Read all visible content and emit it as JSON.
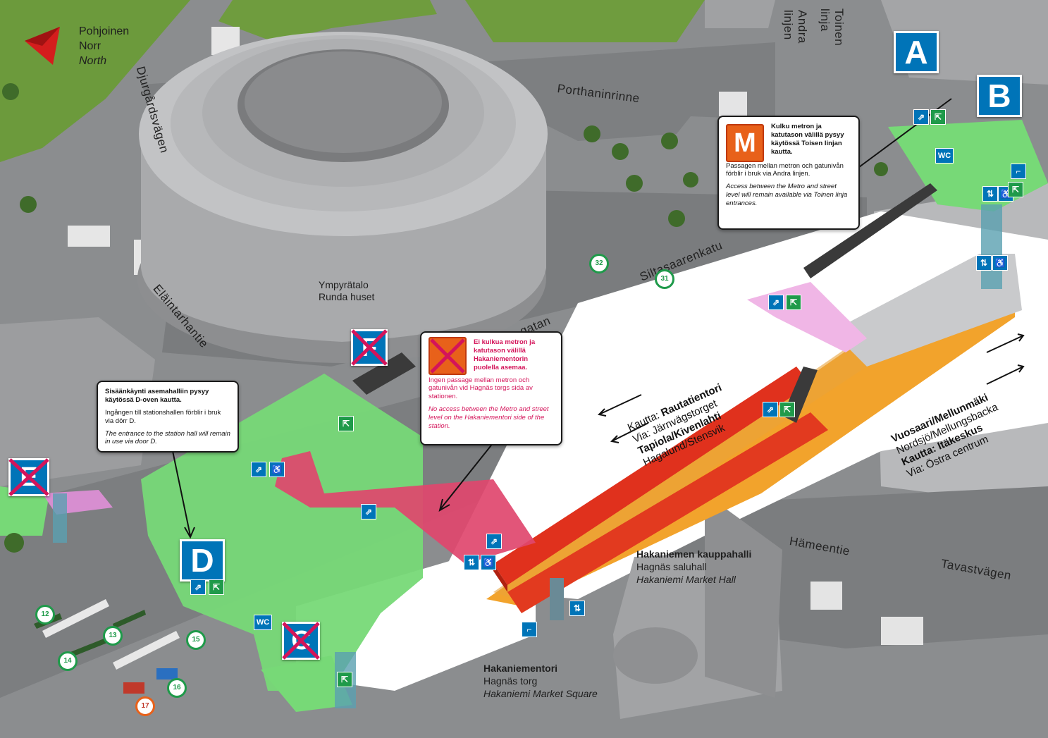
{
  "compass": {
    "line1": "Pohjoinen",
    "line2": "Norr",
    "line3": "North"
  },
  "streets": {
    "djurgardsvagen": "Djurgårdsvägen",
    "porthaninrinne": "Porthaninrinne",
    "siltasaarenkatu": "Siltasaarenkatu",
    "elaintarhantie": "Eläintarhantie",
    "gatan": "gatan",
    "toinen": "Toinen linja",
    "andra": "Andra linjen",
    "hameentie": "Hämeentie",
    "tavastvagen": "Tavastvägen"
  },
  "buildings": {
    "ympyratalo": "Ympyrätalo",
    "rundahuset": "Runda huset",
    "kauppahalli": "Hakaniemen kauppahalli",
    "saluhall": "Hagnäs saluhall",
    "markethall": "Hakaniemi Market Hall",
    "hakaniementori": "Hakaniementori",
    "hagnastorg": "Hagnäs torg",
    "marketsquare": "Hakaniemi Market Square"
  },
  "entrances": {
    "a": "A",
    "b": "B",
    "d": "D",
    "c": "C",
    "e": "E",
    "f": "F"
  },
  "notes": {
    "m": {
      "fi": "Kulku metron ja katutason välillä pysyy käytössä Toisen linjan kautta.",
      "sv": "Passagen mellan metron och gatunivån förblir i bruk via Andra linjen.",
      "en": "Access between the Metro and street level will remain available via Toinen linja entrances."
    },
    "x": {
      "fi": "Ei kulkua metron ja katutason välillä Hakaniementorin puolella asemaa.",
      "sv": "Ingen passage mellan metron och gatunivån vid Hagnäs torgs sida av stationen.",
      "en": "No access between the Metro and street level on the Hakaniementori side of the station."
    },
    "d": {
      "fi": "Sisäänkäynti asemahalliin pysyy käytössä D-oven kautta.",
      "sv": "Ingången till stationshallen förblir i bruk via dörr D.",
      "en": "The entrance to the station hall will remain in use via door D."
    }
  },
  "west_dest": {
    "kautta1": "Kautta:",
    "rautatientori": "Rautatientori",
    "via1": "Via: Järnvägstorget",
    "tapiola": "Tapiola/Kivenlahti",
    "hagalund": "Hagalund/Stensvik"
  },
  "east_dest": {
    "vuosaari": "Vuosaari/Mellunmäki",
    "nordsjo": "Nordsjö/Mellungsbacka",
    "kautta2": "Kautta:",
    "itakeskus": "Itäkeskus",
    "via2": "Via: Östra centrum"
  },
  "buses": [
    "12",
    "13",
    "14",
    "15",
    "16",
    "17",
    "31",
    "32"
  ],
  "wc": "WC",
  "metro_logo": "M",
  "colors": {
    "metro_orange": "#e8611a",
    "entrance_blue": "#0074b8",
    "access_green": "#72d672",
    "closed_pink": "#e0476e",
    "cross_red": "#d4145a"
  }
}
